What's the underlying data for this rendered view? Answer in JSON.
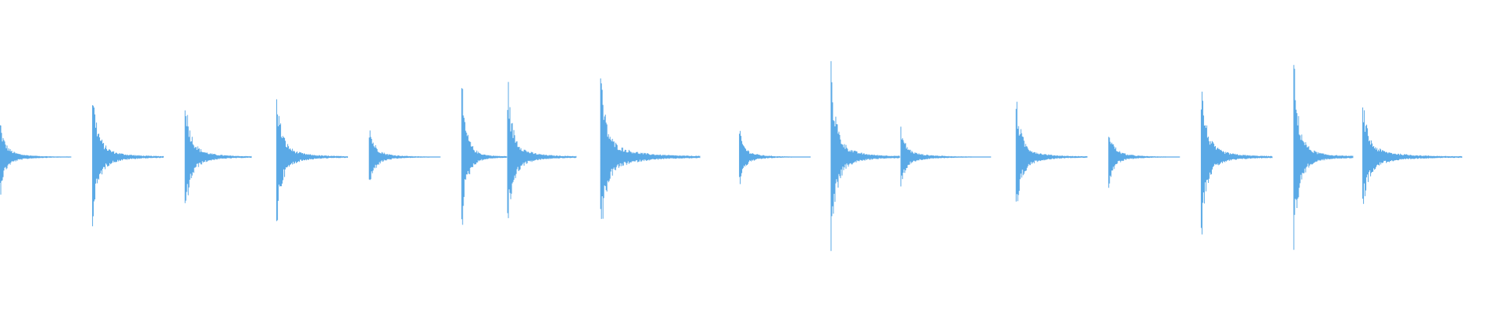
{
  "waveform": {
    "color": "#5aa9e6",
    "background": "#ffffff",
    "duration_seconds": 32,
    "hits": [
      {
        "time": 0.0,
        "amplitude": 0.24,
        "decay": 1.5
      },
      {
        "time": 1.96,
        "amplitude": 0.48,
        "decay": 1.5
      },
      {
        "time": 3.92,
        "amplitude": 0.44,
        "decay": 1.4
      },
      {
        "time": 5.86,
        "amplitude": 0.44,
        "decay": 1.5
      },
      {
        "time": 7.82,
        "amplitude": 0.22,
        "decay": 1.5
      },
      {
        "time": 9.78,
        "amplitude": 0.44,
        "decay": 0.95
      },
      {
        "time": 10.75,
        "amplitude": 0.5,
        "decay": 1.45
      },
      {
        "time": 12.72,
        "amplitude": 0.6,
        "decay": 2.1
      },
      {
        "time": 15.66,
        "amplitude": 0.18,
        "decay": 1.5
      },
      {
        "time": 17.6,
        "amplitude": 0.62,
        "decay": 1.45
      },
      {
        "time": 19.08,
        "amplitude": 0.2,
        "decay": 1.9
      },
      {
        "time": 21.52,
        "amplitude": 0.4,
        "decay": 1.5
      },
      {
        "time": 23.48,
        "amplitude": 0.2,
        "decay": 1.5
      },
      {
        "time": 25.44,
        "amplitude": 0.52,
        "decay": 1.5
      },
      {
        "time": 27.4,
        "amplitude": 0.6,
        "decay": 1.25
      },
      {
        "time": 28.86,
        "amplitude": 0.4,
        "decay": 2.1
      }
    ]
  }
}
